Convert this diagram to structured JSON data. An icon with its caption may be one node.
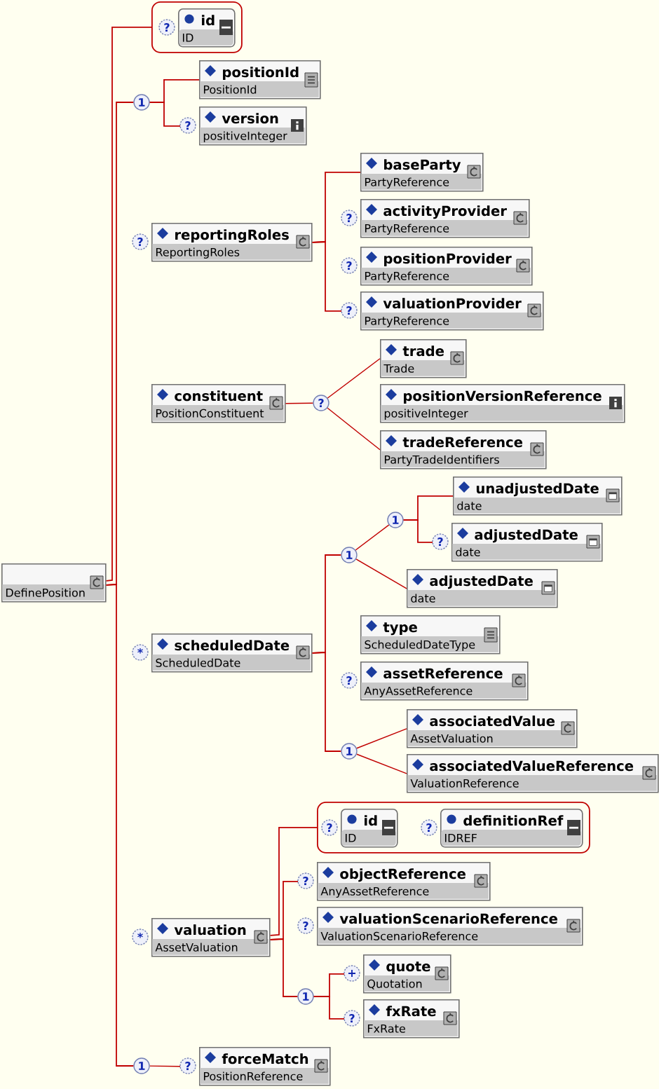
{
  "diagram": {
    "nodes": [
      {
        "text": [
          "DefinePosition"
        ]
      },
      {
        "text": [],
        "shape": "box"
      },
      {
        "text": [
          "id",
          "ID"
        ],
        "in": 1,
        "beside": [
          "?"
        ]
      },
      {
        "text": [
          "1"
        ]
      },
      {
        "text": [
          "positionId",
          "PositionId"
        ]
      },
      {
        "text": [
          "version",
          "positiveInteger"
        ],
        "beside": [
          "?"
        ]
      },
      {
        "text": [
          "reportingRoles",
          "ReportingRoles"
        ],
        "beside": [
          "?"
        ]
      },
      {
        "text": [
          "baseParty",
          "PartyReference"
        ]
      },
      {
        "text": [
          "activityProvider",
          "PartyReference"
        ],
        "beside": [
          "?"
        ]
      },
      {
        "text": [
          "positionProvider",
          "PartyReference"
        ],
        "beside": [
          "?"
        ]
      },
      {
        "text": [
          "valuationProvider",
          "PartyReference"
        ],
        "beside": [
          "?"
        ]
      },
      {
        "text": [
          "constituent",
          "PositionConstituent"
        ]
      },
      {
        "text": [
          "?"
        ]
      },
      {
        "text": [
          "trade",
          "Trade"
        ]
      },
      {
        "text": [
          "positionVersionReference",
          "positiveInteger"
        ]
      },
      {
        "text": [
          "tradeReference",
          "PartyTradeIdentifiers"
        ]
      },
      {
        "text": [
          "scheduledDate",
          "ScheduledDate"
        ],
        "beside": [
          "*"
        ]
      },
      {
        "text": [
          "1"
        ]
      },
      {
        "text": [
          "1"
        ]
      },
      {
        "text": [
          "unadjustedDate",
          "date"
        ]
      },
      {
        "text": [
          "adjustedDate",
          "date"
        ],
        "beside": [
          "?"
        ]
      },
      {
        "text": [
          "adjustedDate",
          "date"
        ]
      },
      {
        "text": [
          "type",
          "ScheduledDateType"
        ]
      },
      {
        "text": [
          "assetReference",
          "AnyAssetReference"
        ],
        "beside": [
          "?"
        ]
      },
      {
        "text": [
          "1"
        ]
      },
      {
        "text": [
          "associatedValue",
          "AssetValuation"
        ]
      },
      {
        "text": [
          "associatedValueReference",
          "ValuationReference"
        ]
      },
      {
        "text": [
          "valuation",
          "AssetValuation"
        ],
        "beside": [
          "*"
        ]
      },
      {
        "text": [],
        "shape": "box"
      },
      {
        "text": [
          "id",
          "ID"
        ],
        "in": 28,
        "beside": [
          "?"
        ]
      },
      {
        "text": [
          "definitionRef",
          "IDREF"
        ],
        "in": 28,
        "beside": [
          "?"
        ]
      },
      {
        "text": [
          "objectReference",
          "AnyAssetReference"
        ],
        "beside": [
          "?"
        ]
      },
      {
        "text": [
          "valuationScenarioReference",
          "ValuationScenarioReference"
        ],
        "beside": [
          "?"
        ]
      },
      {
        "text": [
          "1"
        ]
      },
      {
        "text": [
          "quote",
          "Quotation"
        ],
        "beside": [
          "+"
        ]
      },
      {
        "text": [
          "fxRate",
          "FxRate"
        ],
        "beside": [
          "?"
        ]
      },
      {
        "text": [
          "1"
        ]
      },
      {
        "text": [
          "forceMatch",
          "PositionReference"
        ],
        "beside": [
          "?"
        ]
      }
    ],
    "edges": [
      {
        "from": 0,
        "to": 1,
        "arrow": "none"
      },
      {
        "from": 0,
        "to": 3,
        "arrow": "none"
      },
      {
        "from": 0,
        "to": 36,
        "arrow": "none"
      },
      {
        "from": 3,
        "to": 4,
        "arrow": "none"
      },
      {
        "from": 3,
        "to": 5,
        "arrow": "none"
      },
      {
        "from": 6,
        "to": 7,
        "arrow": "none"
      },
      {
        "from": 6,
        "to": 10,
        "arrow": "none"
      },
      {
        "from": 11,
        "to": 12,
        "arrow": "none"
      },
      {
        "from": 12,
        "to": 13,
        "arrow": "none"
      },
      {
        "from": 12,
        "to": 15,
        "arrow": "none"
      },
      {
        "from": 16,
        "to": 17,
        "arrow": "none"
      },
      {
        "from": 16,
        "to": 24,
        "arrow": "none"
      },
      {
        "from": 17,
        "to": 18,
        "arrow": "none"
      },
      {
        "from": 17,
        "to": 21,
        "arrow": "none"
      },
      {
        "from": 18,
        "to": 19,
        "arrow": "none"
      },
      {
        "from": 18,
        "to": 20,
        "arrow": "none"
      },
      {
        "from": 24,
        "to": 25,
        "arrow": "none"
      },
      {
        "from": 24,
        "to": 26,
        "arrow": "none"
      },
      {
        "from": 27,
        "to": 28,
        "arrow": "none"
      },
      {
        "from": 27,
        "to": 31,
        "arrow": "none"
      },
      {
        "from": 27,
        "to": 33,
        "arrow": "none"
      },
      {
        "from": 33,
        "to": 34,
        "arrow": "none"
      },
      {
        "from": 33,
        "to": 35,
        "arrow": "none"
      },
      {
        "from": 36,
        "to": 37,
        "arrow": "none"
      }
    ]
  }
}
